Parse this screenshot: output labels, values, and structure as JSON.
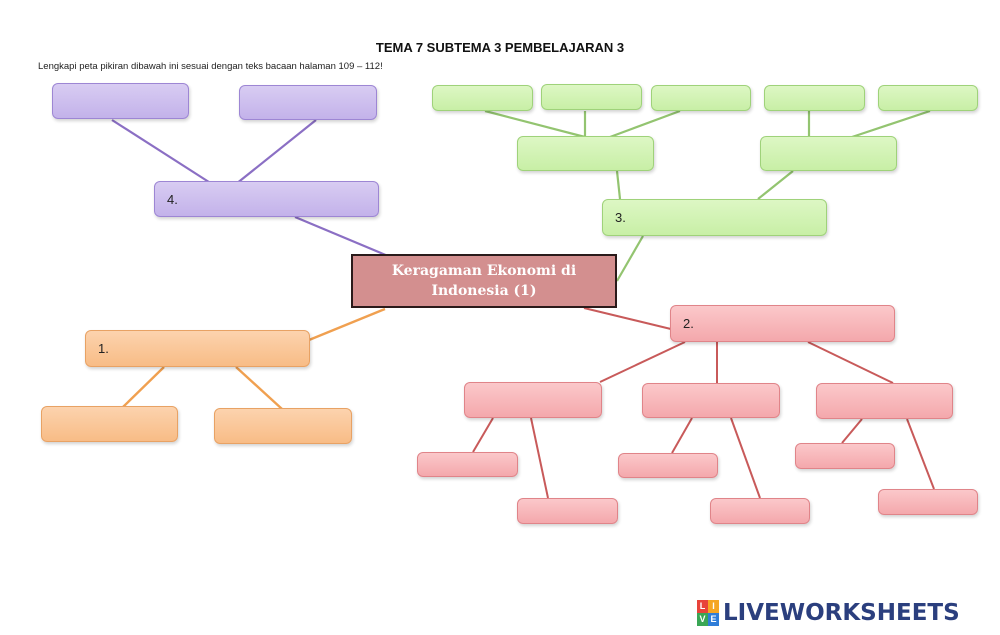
{
  "header": {
    "title": "TEMA 7 SUBTEMA 3 PEMBELAJARAN 3",
    "instruction": "Lengkapi peta pikiran dibawah ini sesuai dengan teks bacaan halaman 109 – 112!"
  },
  "center": {
    "line1": "Keragaman Ekonomi di",
    "line2": "Indonesia (1)"
  },
  "branches": {
    "b1": {
      "label": "1."
    },
    "b2": {
      "label": "2."
    },
    "b3": {
      "label": "3."
    },
    "b4": {
      "label": "4."
    }
  },
  "colors": {
    "purple": "#c3b2ea",
    "green": "#c8efa6",
    "red": "#f4a8ac",
    "orange": "#f8bc86",
    "center": "#d38f8f"
  },
  "footer": {
    "brand": "LIVEWORKSHEETS"
  }
}
